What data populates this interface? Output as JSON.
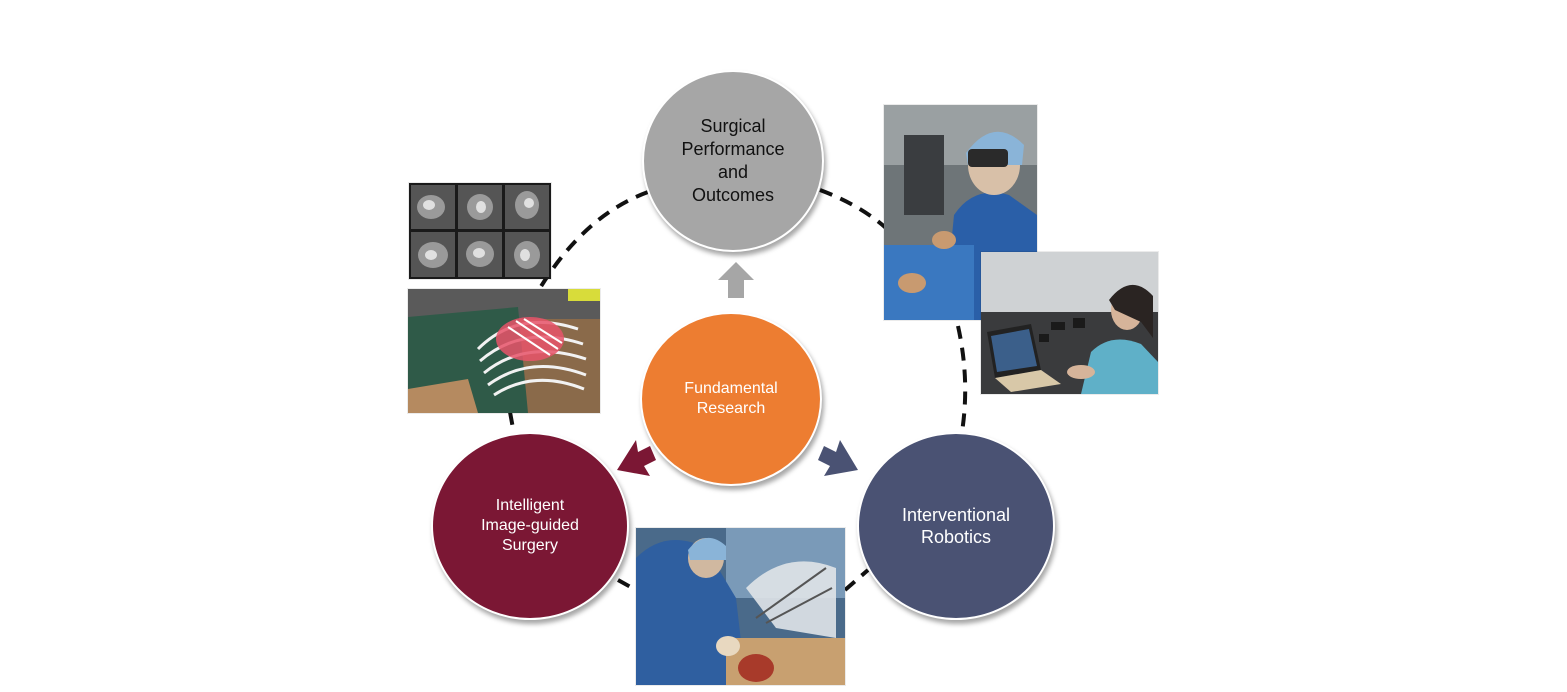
{
  "diagram": {
    "nodes": {
      "top": {
        "label": "Surgical\nPerformance\nand\nOutcomes",
        "color": "#a6a6a6"
      },
      "center": {
        "label": "Fundamental\nResearch",
        "color": "#ed7d31"
      },
      "left": {
        "label": "Intelligent\nImage-guided\nSurgery",
        "color": "#7b1734"
      },
      "right": {
        "label": "Interventional\nRobotics",
        "color": "#4a5273"
      }
    },
    "arrows": {
      "to_top_color": "#a6a6a6",
      "to_left_color": "#7b1734",
      "to_right_color": "#4a5273"
    },
    "cycle_line_style": "dashed",
    "photos": [
      {
        "name": "cardiac-mri-grid-photo",
        "depicts": "MRI scans grid"
      },
      {
        "name": "ribcage-phantom-photo",
        "depicts": "3D printed rib cage phantom"
      },
      {
        "name": "surgeon-simulation-photo",
        "depicts": "surgeon performing simulated procedure"
      },
      {
        "name": "laptop-researcher-photo",
        "depicts": "researcher at laptop"
      },
      {
        "name": "robotic-surgery-photo",
        "depicts": "surgeon with robotic system"
      }
    ]
  }
}
